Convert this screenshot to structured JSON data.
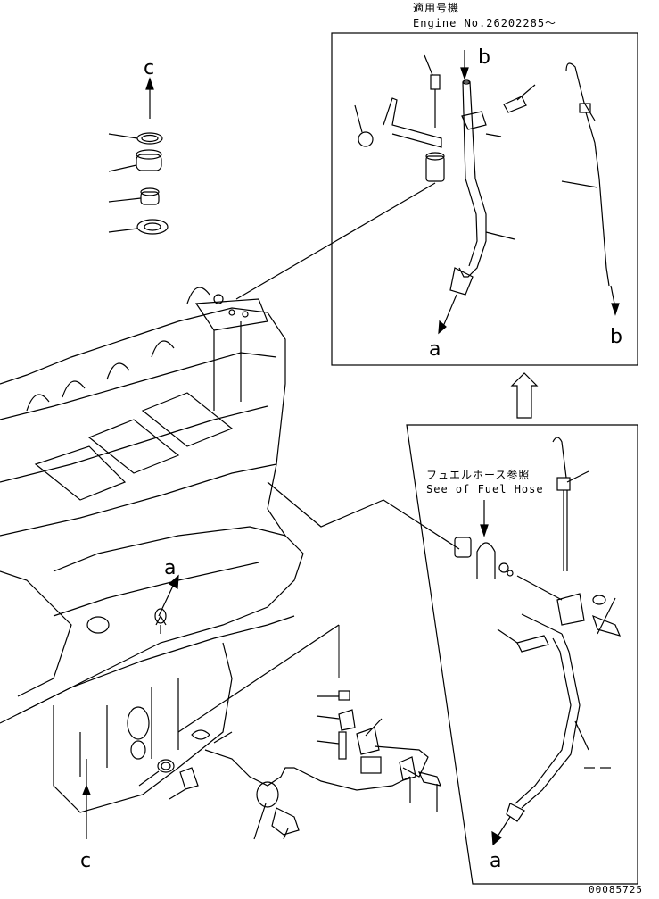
{
  "header": {
    "applicable_model": "適用号機",
    "engine_no": "Engine No.26202285～"
  },
  "fuel_hose_note": {
    "jp": "フュエルホース参照",
    "en": "See of Fuel Hose"
  },
  "refs": {
    "c_top": "c",
    "c_bottom": "c",
    "b_top": "b",
    "b_bottom": "b",
    "a_inset": "a",
    "a_engine": "a",
    "a_lower": "a"
  },
  "drawing_code": "00085725"
}
